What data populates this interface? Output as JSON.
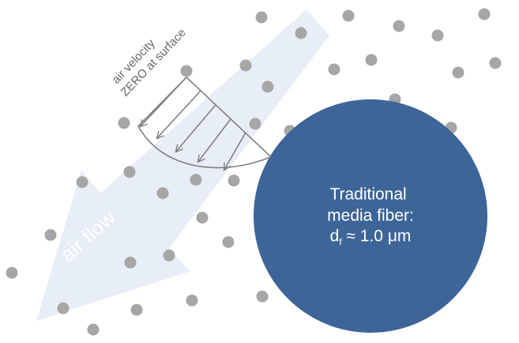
{
  "arrow": {
    "label": "air flow",
    "color": "#e8eef7"
  },
  "velocity_profile": {
    "label_line1": "air velocity",
    "label_line2": "ZERO at surface",
    "stroke_color": "#808080"
  },
  "fiber": {
    "line1": "Traditional",
    "line2": "media fiber:",
    "line3_prefix": "d",
    "line3_sub": "f",
    "line3_suffix": " ≈ 1.0 μm",
    "color": "#3d6598"
  },
  "particle_color": "#a6a6a6"
}
